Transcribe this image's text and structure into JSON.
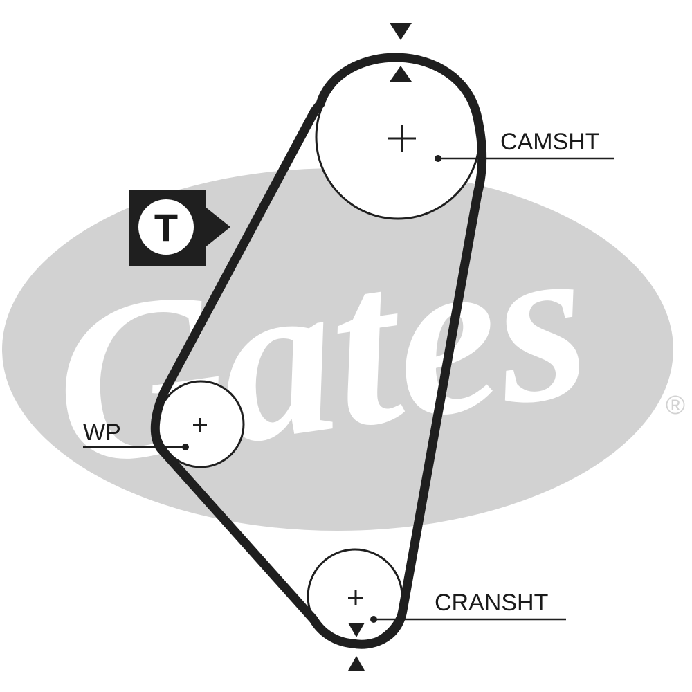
{
  "brand": {
    "name": "Gates",
    "registered_mark": "®",
    "watermark_color": "#d2d2d2"
  },
  "colors": {
    "belt": "#1f1f1f",
    "pulley_outline": "#1f1f1f",
    "tensioner_box": "#1f1f1f",
    "background": "#ffffff"
  },
  "tensioner": {
    "letter": "T"
  },
  "labels": {
    "camshaft": "CAMSHT",
    "water_pump": "WP",
    "crankshaft": "CRANSHT"
  },
  "icons": {
    "timing_mark_top": "triangle-marker-icon",
    "timing_mark_bottom": "triangle-marker-icon",
    "pulley_center": "plus-icon"
  }
}
